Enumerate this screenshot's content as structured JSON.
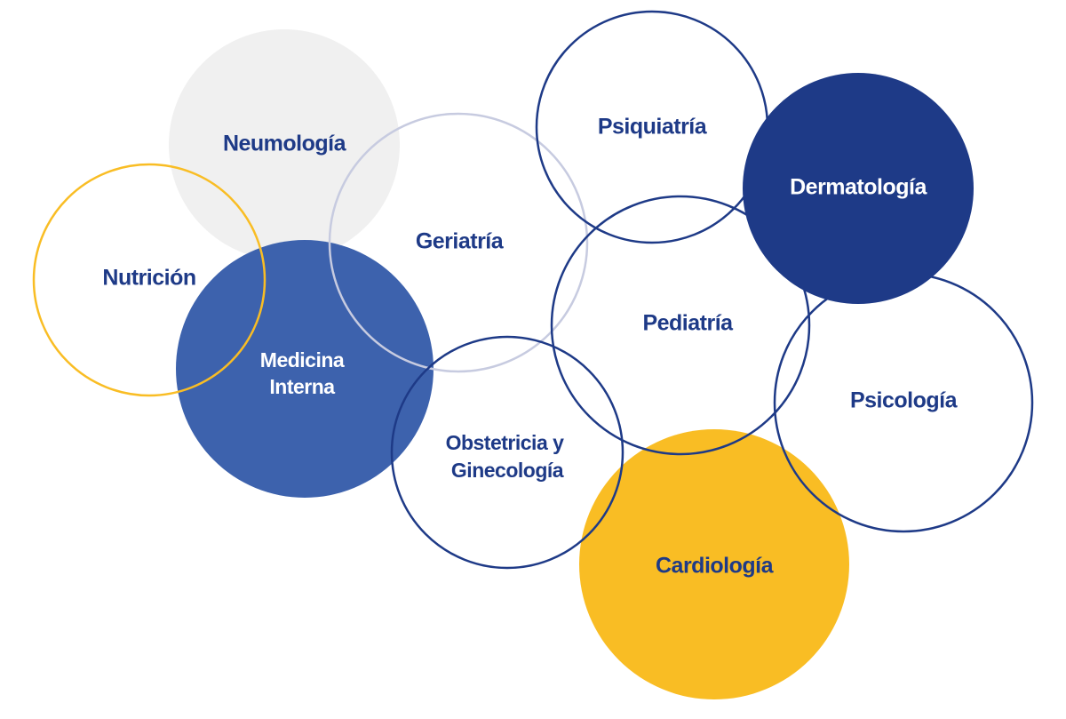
{
  "colors": {
    "navy": "#1e3a87",
    "blue": "#3d62ad",
    "yellow": "#f9bd24",
    "gray": "#f0f0f0",
    "pale_outline": "#c7cbe0",
    "white": "#ffffff"
  },
  "nodes": {
    "neumologia": "Neumología",
    "nutricion": "Nutrición",
    "medicina_1": "Medicina",
    "medicina_2": "Interna",
    "geriatria": "Geriatría",
    "psiquiatria": "Psiquiatría",
    "dermatologia": "Dermatología",
    "pediatria": "Pediatría",
    "psicologia": "Psicología",
    "obstetricia_1": "Obstetricia y",
    "obstetricia_2": "Ginecología",
    "cardiologia": "Cardiología"
  }
}
